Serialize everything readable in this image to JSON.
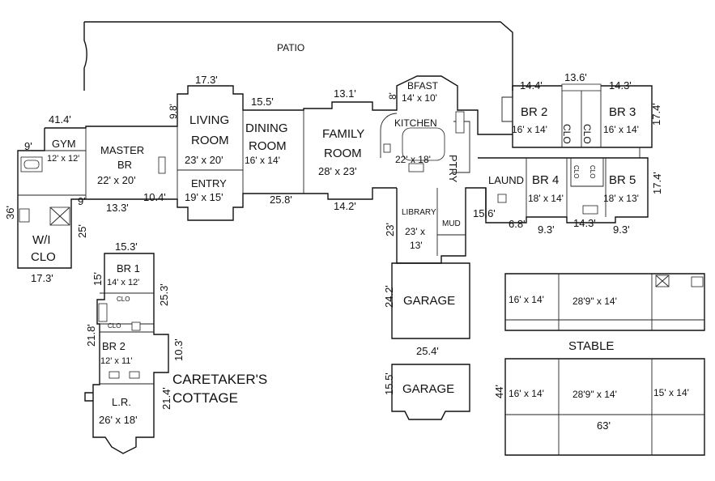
{
  "plan": {
    "main_house": {
      "patio": "PATIO",
      "rooms": {
        "gym": {
          "name": "GYM",
          "size": "12' x 12'"
        },
        "master_br": {
          "name": "MASTER BR",
          "size": "22' x 20'"
        },
        "living_room": {
          "name": "LIVING ROOM",
          "size": "23' x 20'"
        },
        "dining_room": {
          "name": "DINING ROOM",
          "size": "16' x 14'"
        },
        "family_room": {
          "name": "FAMILY ROOM",
          "size": "28' x 23'"
        },
        "bfast": {
          "name": "BFAST",
          "size": "14' x 10'"
        },
        "kitchen": {
          "name": "KITCHEN",
          "size": "22' x 18'"
        },
        "pantry": {
          "name": "PTRY"
        },
        "entry": {
          "name": "ENTRY",
          "size": "19' x 15'"
        },
        "wi_closet": {
          "name": "W/I CLO"
        },
        "br2": {
          "name": "BR 2",
          "size": "16' x 14'"
        },
        "br3": {
          "name": "BR 3",
          "size": "16' x 14'"
        },
        "br4": {
          "name": "BR 4",
          "size": "18' x 14'"
        },
        "br5": {
          "name": "BR 5",
          "size": "18' x 13'"
        },
        "laundry": {
          "name": "LAUND"
        },
        "library": {
          "name": "LIBRARY",
          "size": "23' x 13'"
        },
        "mud": {
          "name": "MUD"
        },
        "closet_label": "CLO"
      },
      "dimensions": {
        "gym_top": "41.4'",
        "gym_side": "9'",
        "left_36": "36'",
        "left_9": "9'",
        "left_25": "25'",
        "living_top": "17.3'",
        "living_side": "9.8'",
        "dining_top": "15.5'",
        "family_top": "13.1'",
        "bfast_side": "8'",
        "entry_left": "10.4'",
        "master_bottom": "13.3'",
        "entry_bottom": "25.8'",
        "family_bottom": "14.2'",
        "wi_bottom": "17.3'",
        "br2_top": "14.4'",
        "br_mid_top": "13.6'",
        "br3_top": "14.3'",
        "br3_side": "17.4'",
        "br5_side": "17.4'",
        "laund_dim": "15.6'",
        "laund_bottom": "6.8'",
        "br4_bottom": "9.3'",
        "br_mid_bottom": "14.3'",
        "br5_bottom": "9.3'",
        "library_side": "23'"
      }
    },
    "garages": {
      "garage1": {
        "name": "GARAGE",
        "side": "24.2'"
      },
      "width": "25.4'",
      "garage2": {
        "name": "GARAGE",
        "side": "15.5'"
      }
    },
    "caretakers_cottage": {
      "title_line1": "CARETAKER'S",
      "title_line2": "COTTAGE",
      "br1": {
        "name": "BR 1",
        "size": "14' x 12'"
      },
      "br2": {
        "name": "BR 2",
        "size": "12' x 11'"
      },
      "lr": {
        "name": "L.R.",
        "size": "26' x 18'"
      },
      "closet_label": "CLO",
      "dims": {
        "top": "15.3'",
        "br1_side": "15'",
        "right_upper": "25.3'",
        "left_mid": "21.8'",
        "right_mid": "10.3'",
        "right_lower": "21.4'"
      }
    },
    "stable": {
      "name": "STABLE",
      "stalls_top": [
        "16' x 14'",
        "28'9\" x 14'"
      ],
      "stalls_bottom": [
        "16' x 14'",
        "28'9\" x 14'",
        "15' x 14'"
      ],
      "depth": "44'",
      "width": "63'"
    }
  }
}
